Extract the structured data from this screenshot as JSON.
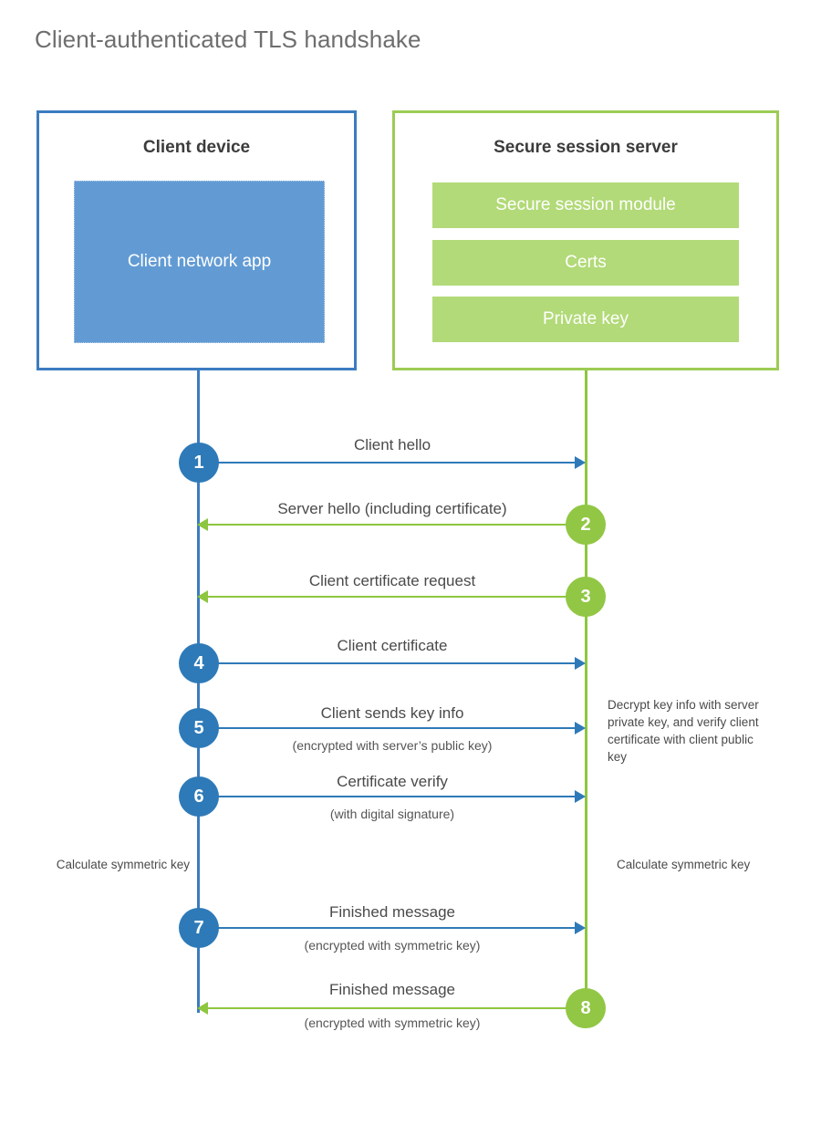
{
  "title": "Client-authenticated TLS handshake",
  "colors": {
    "client_blue": "#3b7cc0",
    "client_app_fill": "#629bd4",
    "server_green": "#9ccc55",
    "server_bar_fill": "#b2da78",
    "circle_blue": "#2e7ab8",
    "circle_green": "#91c744",
    "arrow_blue": "#2e7ab8",
    "arrow_green": "#8ec63f",
    "title_gray": "#6e6e6e"
  },
  "actors": {
    "client": {
      "title": "Client device",
      "app_label": "Client network app"
    },
    "server": {
      "title": "Secure session server",
      "modules": [
        {
          "label": "Secure session module"
        },
        {
          "label": "Certs"
        },
        {
          "label": "Private key"
        }
      ]
    }
  },
  "steps": [
    {
      "number": "1",
      "label": "Client hello",
      "sub": "",
      "direction": "right",
      "color": "blue"
    },
    {
      "number": "2",
      "label": "Server hello (including certificate)",
      "sub": "",
      "direction": "left",
      "color": "green"
    },
    {
      "number": "3",
      "label": "Client certificate request",
      "sub": "",
      "direction": "left",
      "color": "green"
    },
    {
      "number": "4",
      "label": "Client certificate",
      "sub": "",
      "direction": "right",
      "color": "blue"
    },
    {
      "number": "5",
      "label": "Client sends key info",
      "sub": "(encrypted with server’s public key)",
      "direction": "right",
      "color": "blue"
    },
    {
      "number": "6",
      "label": "Certificate verify",
      "sub": "(with digital signature)",
      "direction": "right",
      "color": "blue"
    },
    {
      "number": "7",
      "label": "Finished message",
      "sub": "(encrypted with symmetric key)",
      "direction": "right",
      "color": "blue"
    },
    {
      "number": "8",
      "label": "Finished message",
      "sub": "(encrypted with symmetric key)",
      "direction": "left",
      "color": "green"
    }
  ],
  "notes": {
    "server_decrypt": "Decrypt key info with server private key, and verify client certificate with client public key",
    "client_calculate": "Calculate symmetric key",
    "server_calculate": "Calculate symmetric key"
  }
}
